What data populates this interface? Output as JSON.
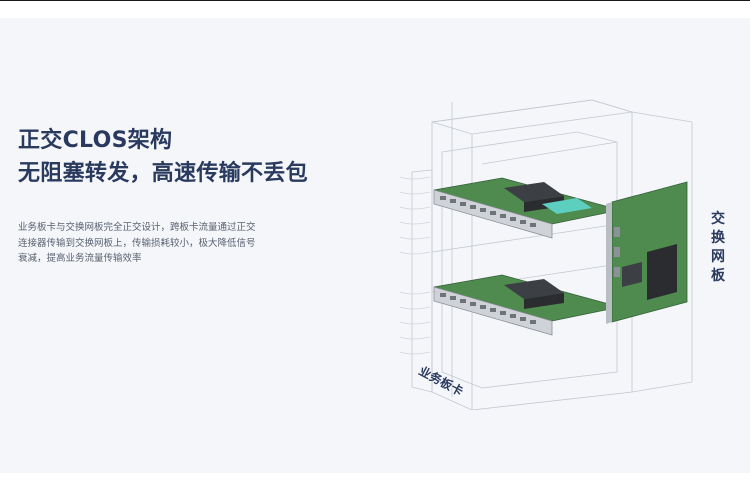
{
  "headline": {
    "line1": "正交CLOS架构",
    "line2": "无阻塞转发，高速传输不丢包"
  },
  "description": {
    "line1": "业务板卡与交换网板完全正交设计，跨板卡流量通过正交",
    "line2": "连接器传输到交换网板上，传输损耗较小，极大降低信号",
    "line3": "衰减，提高业务流量传输效率"
  },
  "illustration": {
    "label_switch_fabric": [
      "交",
      "换",
      "网",
      "板"
    ],
    "label_service_card": "业务板卡"
  },
  "colors": {
    "heading": "#2a3a5e",
    "body_text": "#5a6170",
    "panel_background": "#f4f6fa",
    "pcb_green": "#4f8a4e",
    "heatsink": "#3c3f44"
  }
}
